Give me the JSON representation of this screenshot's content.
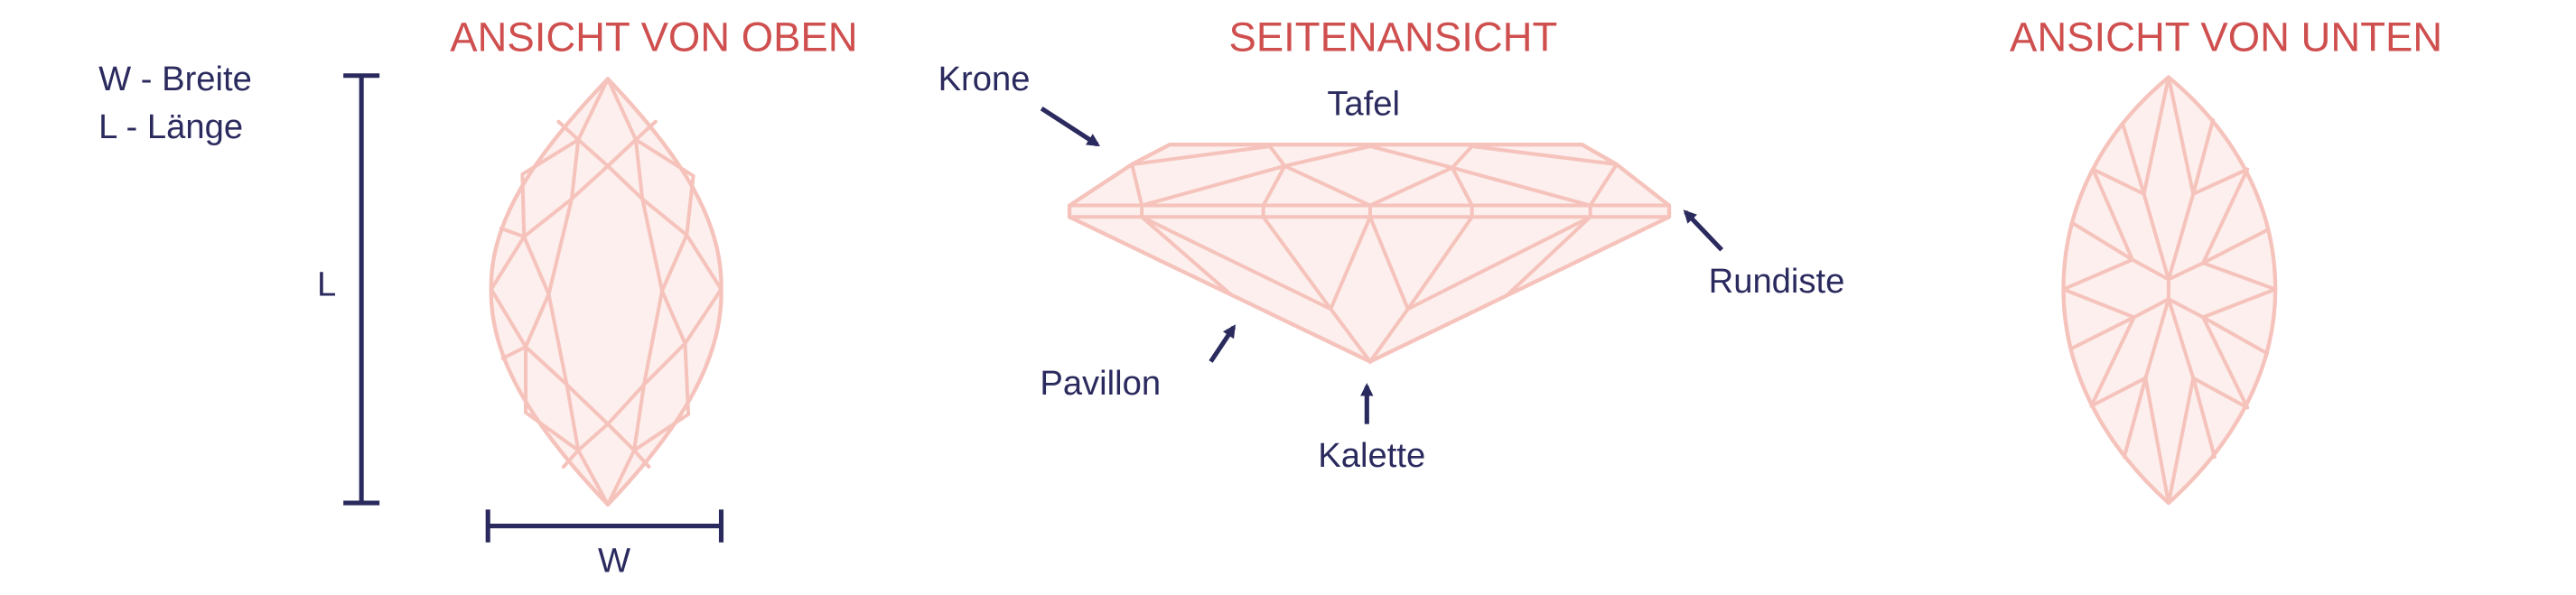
{
  "titles": {
    "top_view": "ANSICHT VON OBEN",
    "side_view": "SEITENANSICHT",
    "bottom_view": "ANSICHT VON UNTEN"
  },
  "legend": {
    "width": "W - Breite",
    "length": "L - Länge"
  },
  "dimensions": {
    "length": "L",
    "width": "W"
  },
  "parts": {
    "crown": "Krone",
    "table": "Tafel",
    "girdle": "Rundiste",
    "pavilion": "Pavillon",
    "culet": "Kalette"
  },
  "colors": {
    "title": "#cf4f4f",
    "text": "#2b2a5e",
    "gem_stroke": "#f5c3bb",
    "gem_fill": "#fcefed"
  }
}
